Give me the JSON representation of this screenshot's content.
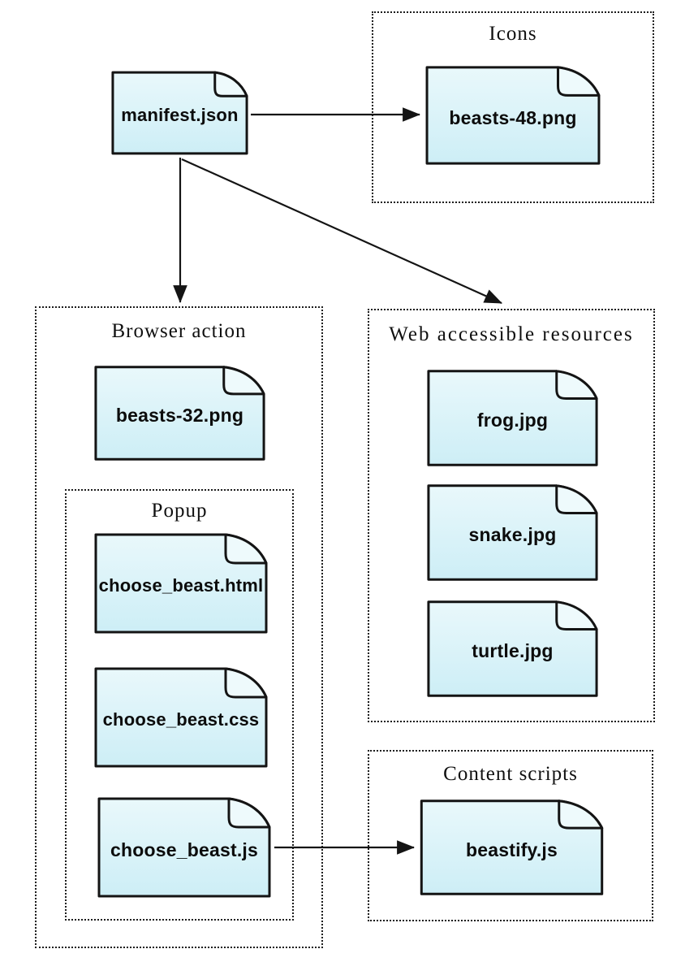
{
  "groups": {
    "icons": {
      "label": "Icons"
    },
    "browser_action": {
      "label": "Browser action"
    },
    "popup": {
      "label": "Popup"
    },
    "web_accessible": {
      "label": "Web accessible resources"
    },
    "content_scripts": {
      "label": "Content scripts"
    }
  },
  "nodes": {
    "manifest": {
      "label": "manifest.json"
    },
    "beasts48": {
      "label": "beasts-48.png"
    },
    "beasts32": {
      "label": "beasts-32.png"
    },
    "choose_beast_html": {
      "label": "choose_beast.html"
    },
    "choose_beast_css": {
      "label": "choose_beast.css"
    },
    "choose_beast_js": {
      "label": "choose_beast.js"
    },
    "frog": {
      "label": "frog.jpg"
    },
    "snake": {
      "label": "snake.jpg"
    },
    "turtle": {
      "label": "turtle.jpg"
    },
    "beastify": {
      "label": "beastify.js"
    }
  },
  "edges": [
    {
      "from": "manifest.json",
      "to": "beasts-48.png"
    },
    {
      "from": "manifest.json",
      "to": "Browser action"
    },
    {
      "from": "manifest.json",
      "to": "Web accessible resources"
    },
    {
      "from": "choose_beast.js",
      "to": "beastify.js"
    }
  ],
  "colors": {
    "background": "#ffffff",
    "paper_fill_top": "#e9f8fb",
    "paper_fill_bottom": "#cdeef6",
    "paper_flap": "#eefafc",
    "paper_border": "#141414",
    "group_border": "#1c1c1c",
    "arrow": "#141414",
    "text": "#0c0c0c"
  }
}
